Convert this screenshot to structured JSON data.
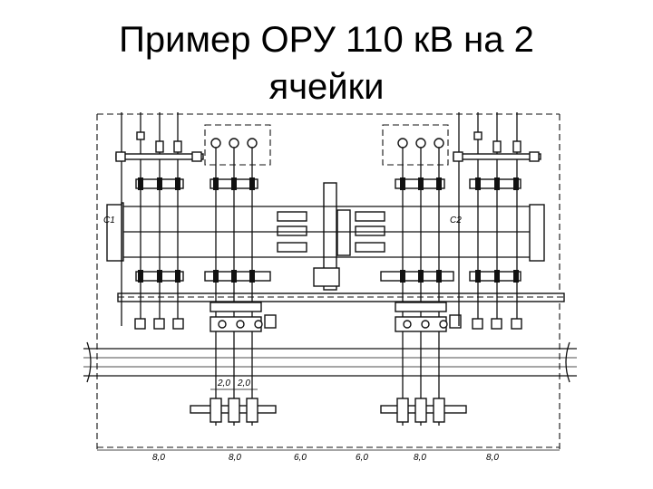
{
  "slide": {
    "title_line1": "Пример ОРУ 110 кВ на  2",
    "title_line2": "ячейки"
  },
  "drawing": {
    "dim_labels": [
      "2,0",
      "2,0",
      "8,0",
      "8,0",
      "6,0",
      "6,0",
      "8,0",
      "8,0"
    ],
    "cell_labels": [
      "С1",
      "С2"
    ]
  }
}
